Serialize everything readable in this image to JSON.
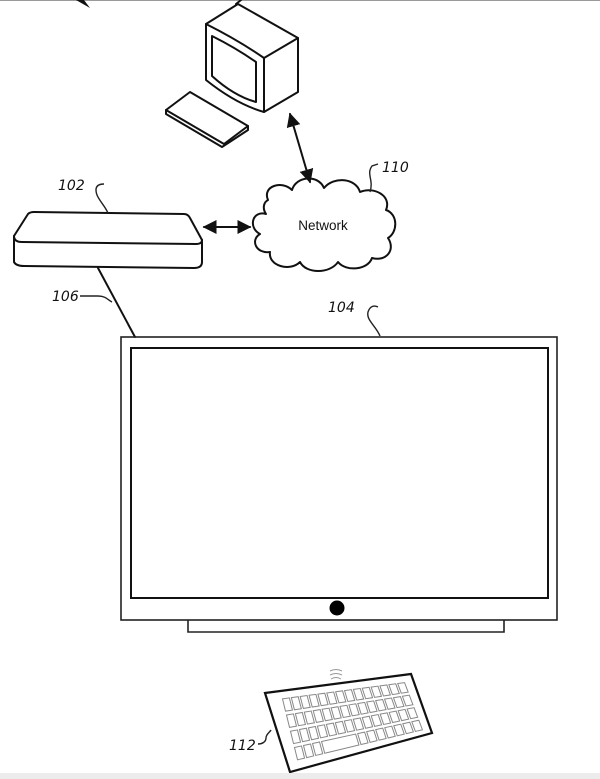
{
  "diagram": {
    "components": [
      {
        "id": "set-top-box",
        "ref": "102"
      },
      {
        "id": "display",
        "ref": "104"
      },
      {
        "id": "cable",
        "ref": "106"
      },
      {
        "id": "network",
        "ref": "110",
        "label": "Network"
      },
      {
        "id": "keyboard",
        "ref": "112"
      },
      {
        "id": "computer",
        "ref": ""
      }
    ],
    "connections": [
      {
        "from": "computer",
        "to": "network",
        "type": "bidirectional-arrow"
      },
      {
        "from": "set-top-box",
        "to": "network",
        "type": "bidirectional-arrow"
      },
      {
        "from": "set-top-box",
        "to": "display",
        "type": "wired-cable"
      },
      {
        "from": "keyboard",
        "to": "display",
        "type": "wireless-signal"
      }
    ]
  },
  "labels": {
    "ref_102": "102",
    "ref_104": "104",
    "ref_106": "106",
    "ref_110": "110",
    "ref_112": "112",
    "network_text": "Network"
  },
  "colors": {
    "line": "#111111",
    "background": "#ffffff"
  }
}
